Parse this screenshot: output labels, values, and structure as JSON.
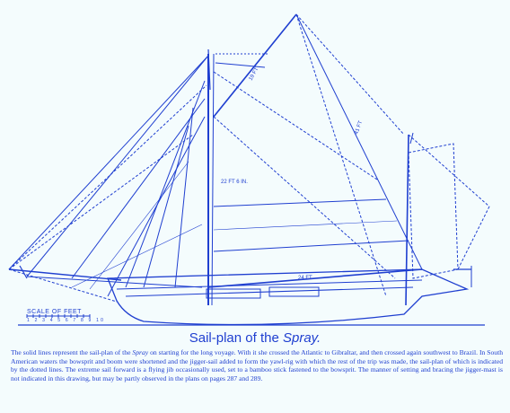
{
  "figure": {
    "title_prefix": "Sail-plan of the ",
    "title_vessel": "Spray.",
    "scale_label": "SCALE OF FEET",
    "scale_numbers": "1 2 3 4 5 6 7 8 9 10",
    "dimension_labels": {
      "mainsail_luff": "22 FT 6 IN.",
      "boom": "24 FT.",
      "gaff": "19 FT",
      "topsail": "41 FT"
    }
  },
  "caption": {
    "p1": "The solid lines represent the sail-plan of the ",
    "p1_italic": "Spray",
    "p2": " on starting for the long voyage. With it she crossed the Atlantic to Gibraltar, and then crossed again southwest to Brazil. In South American waters the bowsprit and boom were shortened and the jigger-sail added to form the yawl-rig with which the rest of the trip was made, the sail-plan of which is indicated by the dotted lines. The extreme sail forward is a flying jib occasionally used, set to a bamboo stick fastened to the bowsprit. The manner of setting and bracing the jigger-mast is not indicated in this drawing, but may be partly observed in the plans on pages 287 and 289."
  },
  "colors": {
    "ink": "#1f3fd0",
    "paper": "#f4fcfd"
  }
}
